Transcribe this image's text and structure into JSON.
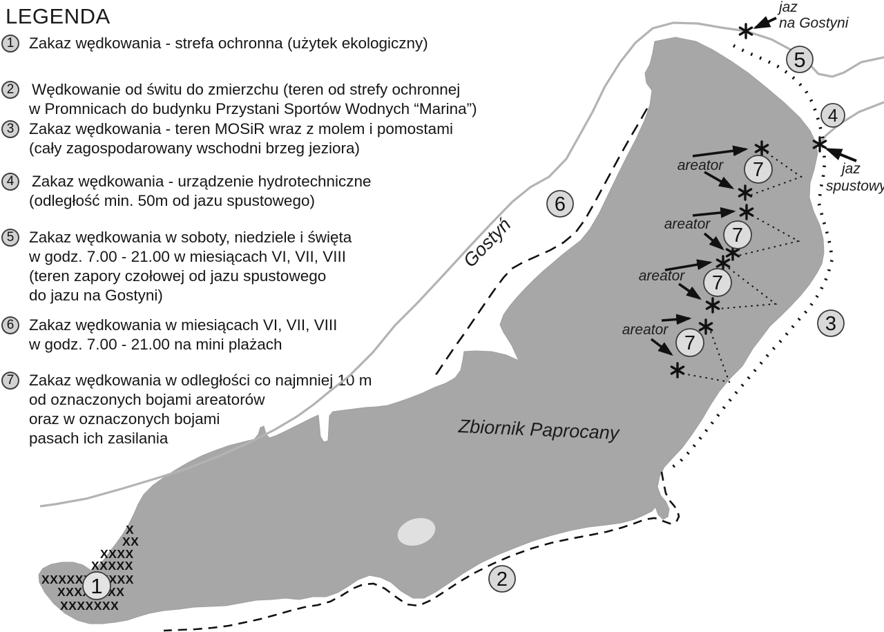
{
  "legend": {
    "title": "LEGENDA",
    "items": [
      {
        "number": "1",
        "lines": [
          "Zakaz wędkowania - strefa ochronna (użytek ekologiczny)"
        ]
      },
      {
        "number": "2",
        "lines": [
          "Wędkowanie od świtu do zmierzchu (teren od strefy ochronnej",
          "w Promnicach do budynku Przystani Sportów Wodnych “Marina”)"
        ]
      },
      {
        "number": "3",
        "lines": [
          "Zakaz wędkowania - teren MOSiR wraz z molem i pomostami",
          "(cały zagospodarowany wschodni brzeg jeziora)"
        ]
      },
      {
        "number": "4",
        "lines": [
          "Zakaz wędkowania - urządzenie hydrotechniczne",
          "(odległość min. 50m od jazu spustowego)"
        ]
      },
      {
        "number": "5",
        "lines": [
          "Zakaz wędkowania w soboty, niedziele i święta",
          "w godz. 7.00 - 21.00 w miesiącach VI, VII, VIII",
          "(teren zapory czołowej od jazu spustowego",
          "do jazu na Gostyni)"
        ]
      },
      {
        "number": "6",
        "lines": [
          "Zakaz wędkowania w miesiącach VI, VII, VIII",
          "w godz. 7.00 - 21.00 na mini plażach"
        ]
      },
      {
        "number": "7",
        "lines": [
          "Zakaz wędkowania w odległości co najmniej 10 m",
          "od oznaczonych bojami areatorów",
          "oraz w oznaczonych bojami",
          "pasach ich zasilania"
        ]
      }
    ]
  },
  "map": {
    "lake_label": "Zbiornik Paprocany",
    "river_label": "Gostyń",
    "weir_gostyni": {
      "line1": "jaz",
      "line2": "na Gostyni"
    },
    "weir_spustowy": {
      "line1": "jaz",
      "line2": "spustowy"
    },
    "aerator_label": "areator",
    "zone_markers": {
      "z1": "1",
      "z2": "2",
      "z3": "3",
      "z4": "4",
      "z5": "5",
      "z6": "6",
      "z7": "7"
    },
    "protection_rows": [
      "X",
      "XX",
      "XXXX",
      "XXXXX",
      "XXXXXXXXXXX",
      "XXXXXXXX",
      "XXXXXXX"
    ],
    "colors": {
      "lake": "#a7a7a7",
      "island": "#e0e0e0",
      "road": "#b3b3b3",
      "marker_fill": "#d9d9d9",
      "marker1_fill": "#e3e3e3",
      "text": "#1a1a1a"
    }
  }
}
